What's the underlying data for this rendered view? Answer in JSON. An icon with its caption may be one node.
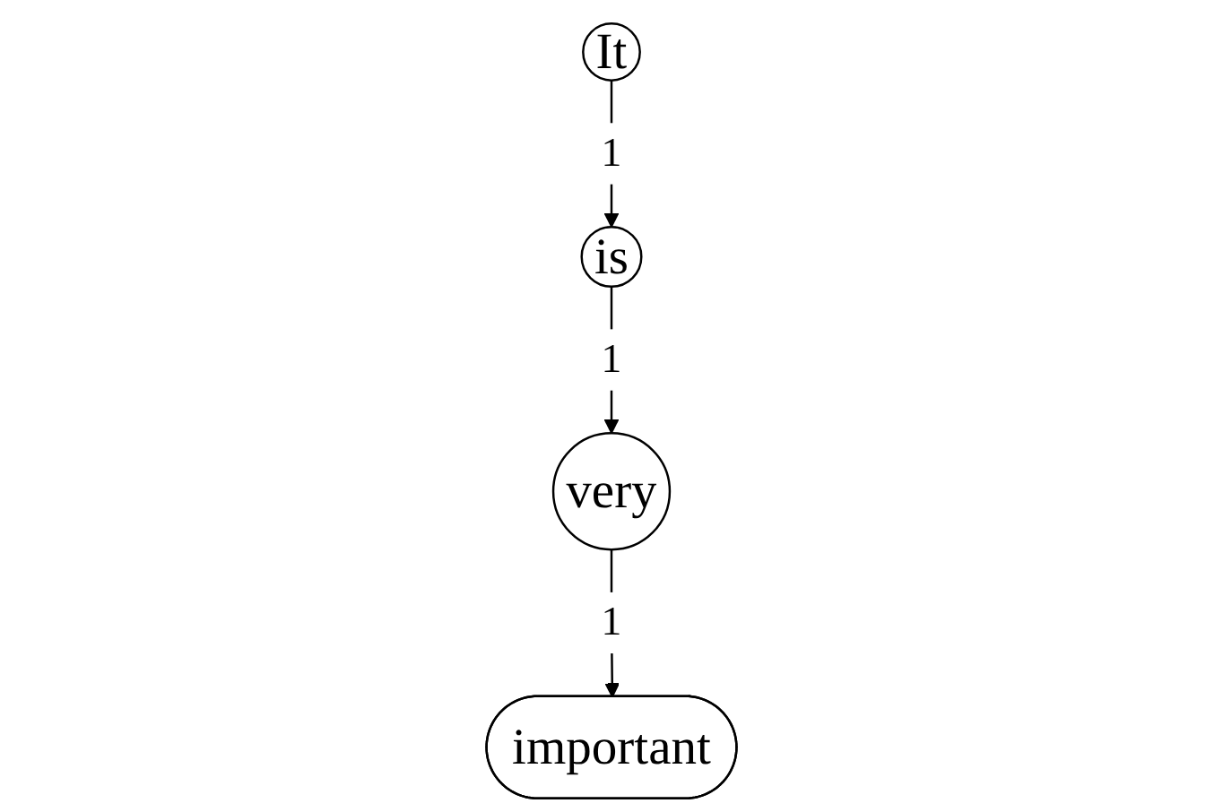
{
  "diagram": {
    "nodes": [
      {
        "text": [
          "It"
        ]
      },
      {
        "text": [
          "is"
        ]
      },
      {
        "text": [
          "very"
        ]
      },
      {
        "text": [
          "important"
        ]
      }
    ],
    "edges": [
      {
        "from": 0,
        "to": 1,
        "arrow": "to",
        "label": "1"
      },
      {
        "from": 1,
        "to": 2,
        "arrow": "to",
        "label": "1"
      },
      {
        "from": 2,
        "to": 3,
        "arrow": "to",
        "label": "1"
      }
    ]
  }
}
